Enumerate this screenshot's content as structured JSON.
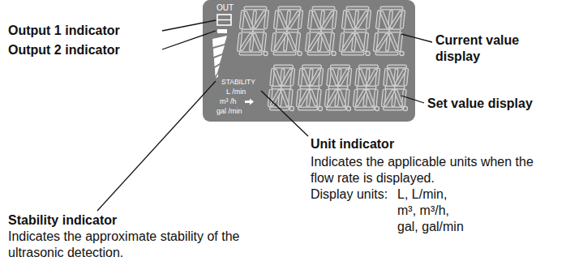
{
  "diagram": {
    "nodes": [
      {
        "text": [
          "OUT",
          "STABILITY",
          "L /min",
          "m³ /h",
          "gal /min"
        ]
      }
    ],
    "labels": [
      "Output 1 indicator",
      "Output 2 indicator",
      "Current value display",
      "Set value display",
      "Unit indicator",
      "Indicates the applicable units when the flow rate is displayed.",
      "Display units:",
      "L, L/min, m³, m³/h, gal, gal/min",
      "Stability indicator",
      "Indicates the approximate stability of the ultrasonic detection."
    ]
  }
}
